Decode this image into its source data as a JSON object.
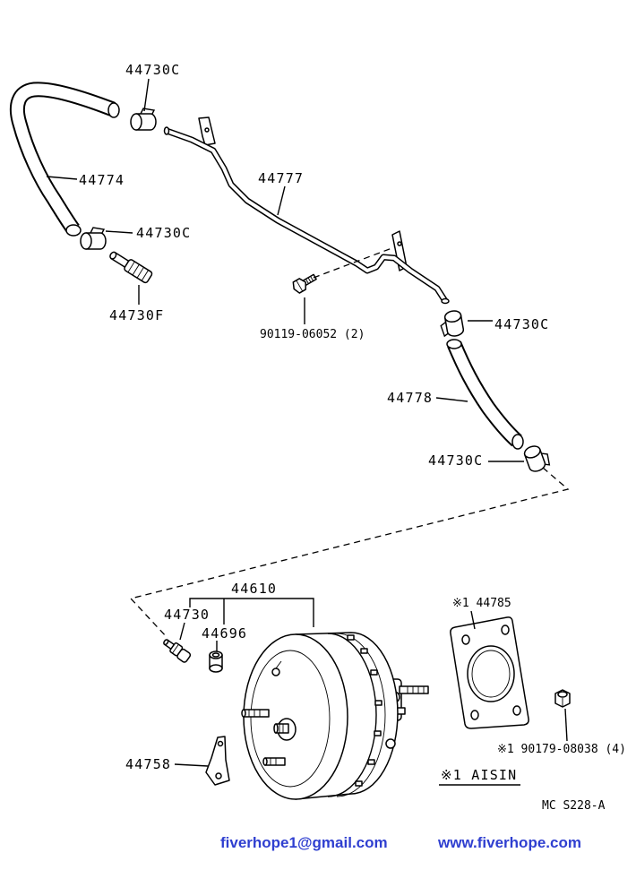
{
  "callouts": {
    "clamp_top": "44730C",
    "hose_left": "44774",
    "clamp_left": "44730C",
    "fitting_left": "44730F",
    "pipe": "44777",
    "bolt": "90119-06052 (2)",
    "clamp_right_upper": "44730C",
    "hose_right": "44778",
    "clamp_right_lower": "44730C",
    "booster_assy": "44610",
    "fitting_booster": "44730",
    "grommet": "44696",
    "gasket": "※1 44785",
    "bracket": "44758",
    "nut": "※1 90179-08038 (4)"
  },
  "note": "※1 AISIN",
  "drawing_code": "MC S228-A",
  "footer": {
    "email": "fiverhope1@gmail.com",
    "website": "www.fiverhope.com"
  },
  "colors": {
    "line": "#000000",
    "background": "#ffffff",
    "footer_text": "#2f3fd0"
  }
}
